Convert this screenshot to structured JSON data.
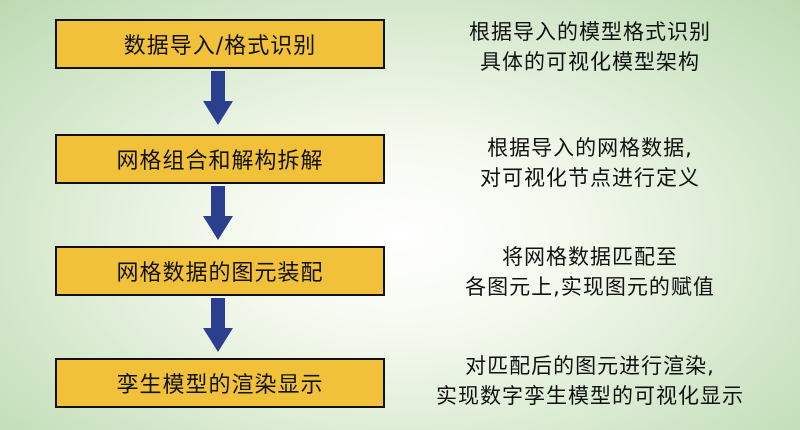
{
  "steps": [
    {
      "label": "数据导入/格式识别",
      "desc": [
        "根据导入的模型格式识别",
        "具体的可视化模型架构"
      ]
    },
    {
      "label": "网格组合和解构拆解",
      "desc": [
        "根据导入的网格数据,",
        "对可视化节点进行定义"
      ]
    },
    {
      "label": "网格数据的图元装配",
      "desc": [
        "将网格数据匹配至",
        "各图元上,实现图元的赋值"
      ]
    },
    {
      "label": "孪生模型的渲染显示",
      "desc": [
        "对匹配后的图元进行渲染,",
        "实现数字孪生模型的可视化显示"
      ]
    }
  ],
  "colors": {
    "box_fill": "#f2c13a",
    "box_border": "#111111",
    "arrow_fill": "#2b3f8f",
    "background_edge": "#bcdab2"
  }
}
